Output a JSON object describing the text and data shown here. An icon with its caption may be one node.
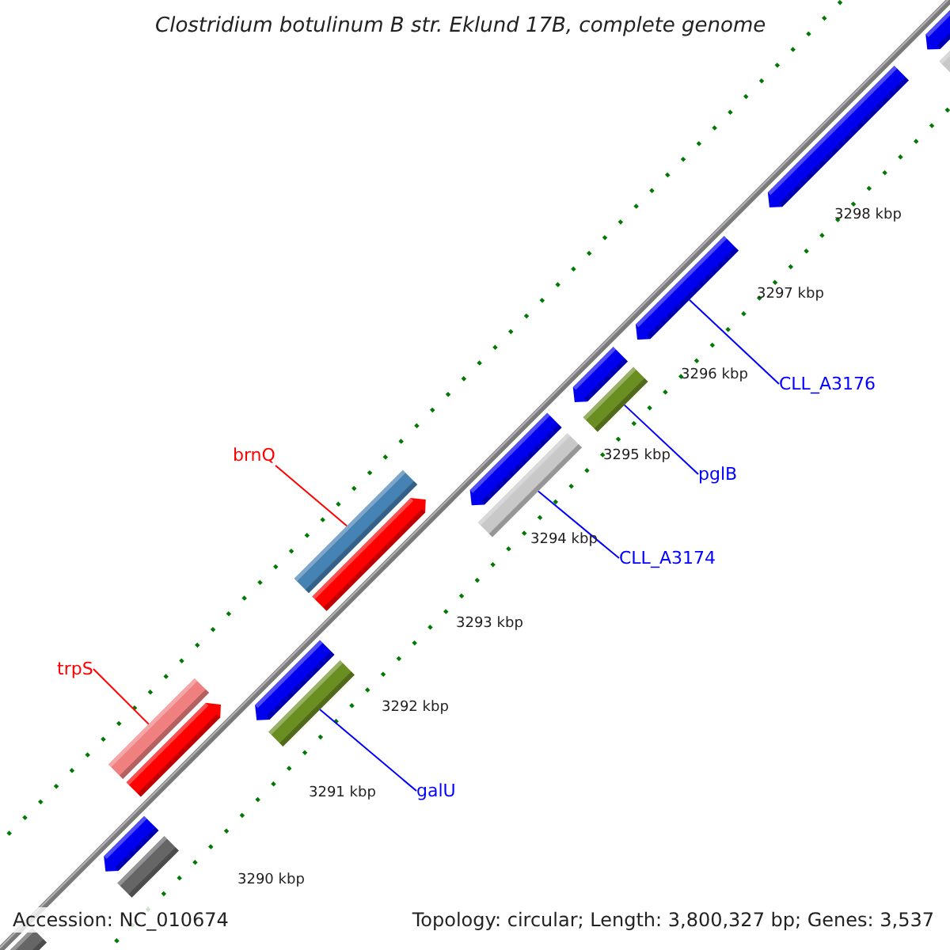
{
  "diagram": {
    "title": "Clostridium botulinum B str. Eklund 17B, complete genome",
    "nodes": [
      {
        "text": [
          "CLL_A3176"
        ]
      },
      {
        "text": [],
        "shape": "arrow"
      },
      {
        "text": [
          "pglB"
        ]
      },
      {
        "text": [],
        "shape": "bar"
      },
      {
        "text": [
          "brnQ"
        ]
      },
      {
        "text": [],
        "shape": "bar"
      },
      {
        "text": [
          "CLL_A3174"
        ]
      },
      {
        "text": [],
        "shape": "bar"
      },
      {
        "text": [
          "trpS"
        ]
      },
      {
        "text": [],
        "shape": "bar"
      },
      {
        "text": [
          "galU"
        ]
      },
      {
        "text": [],
        "shape": "bar"
      },
      {
        "text": [],
        "shape": "arrow"
      },
      {
        "text": [],
        "shape": "arrow"
      },
      {
        "text": [],
        "shape": "bar"
      },
      {
        "text": [],
        "shape": "arrow"
      },
      {
        "text": [],
        "shape": "arrow"
      },
      {
        "text": [],
        "shape": "arrow"
      },
      {
        "text": [],
        "shape": "arrow"
      },
      {
        "text": [],
        "shape": "arrow"
      },
      {
        "text": [],
        "shape": "arrow"
      },
      {
        "text": [],
        "shape": "bar"
      },
      {
        "text": [],
        "shape": "bar"
      }
    ],
    "edges": [
      {
        "from": 0,
        "to": 1,
        "arrow": "none"
      },
      {
        "from": 2,
        "to": 3,
        "arrow": "none"
      },
      {
        "from": 4,
        "to": 5,
        "arrow": "none",
        "color": "#ff0000"
      },
      {
        "from": 6,
        "to": 7,
        "arrow": "none"
      },
      {
        "from": 8,
        "to": 9,
        "arrow": "none",
        "color": "#ff0000"
      },
      {
        "from": 10,
        "to": 11,
        "arrow": "none"
      }
    ],
    "labels": [
      "3298 kbp",
      "3297 kbp",
      "3296 kbp",
      "3295 kbp",
      "3294 kbp",
      "3293 kbp",
      "3292 kbp",
      "3291 kbp",
      "3290 kbp",
      "Accession: NC_010674",
      "Topology: circular; Length: 3,800,327 bp; Genes: 3,537"
    ]
  }
}
